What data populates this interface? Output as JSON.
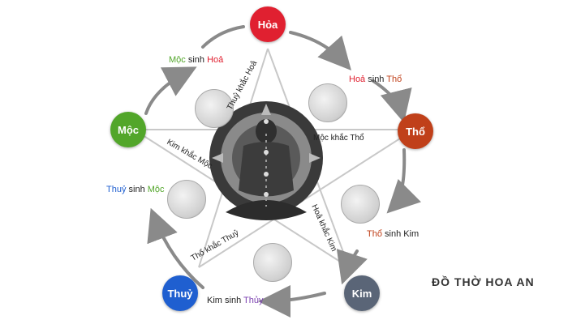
{
  "elements": {
    "hoa": {
      "label": "Hỏa",
      "color": "#e02030"
    },
    "tho": {
      "label": "Thổ",
      "color": "#c0401a"
    },
    "kim": {
      "label": "Kim",
      "color": "#5a6577"
    },
    "thuy": {
      "label": "Thuỷ",
      "color": "#1f5fd0"
    },
    "moc": {
      "label": "Mộc",
      "color": "#52a62a"
    }
  },
  "generating": {
    "moc_hoa": {
      "a": "Mộc",
      "b": "Hoả",
      "sep": " sinh "
    },
    "hoa_tho": {
      "a": "Hoả",
      "b": "Thổ",
      "sep": " sinh "
    },
    "tho_kim": {
      "a": "Thổ",
      "b": "Kim",
      "sep": " sinh "
    },
    "kim_thuy": {
      "a": "Kim",
      "b": "Thủy",
      "sep": " sinh "
    },
    "thuy_moc": {
      "a": "Thuỷ",
      "b": "Mộc",
      "sep": " sinh "
    }
  },
  "controlling": {
    "thuy_hoa": "Thuỷ khắc Hoả",
    "moc_tho": "Mộc khắc Thổ",
    "hoa_kim": "Hoả khắc Kim",
    "tho_thuy": "Thổ khắc Thuỷ",
    "kim_moc": "Kim khắc Mộc"
  },
  "brand": "ĐỒ THỜ HOA AN",
  "colors": {
    "hoa": "#e02030",
    "tho": "#c0401a",
    "kim": "#222222",
    "thuy": "#1f5fd0",
    "moc": "#52a62a",
    "thuy_purple": "#7a3fb0",
    "arrow": "#8a8a8a",
    "line": "#bdbdbd"
  }
}
